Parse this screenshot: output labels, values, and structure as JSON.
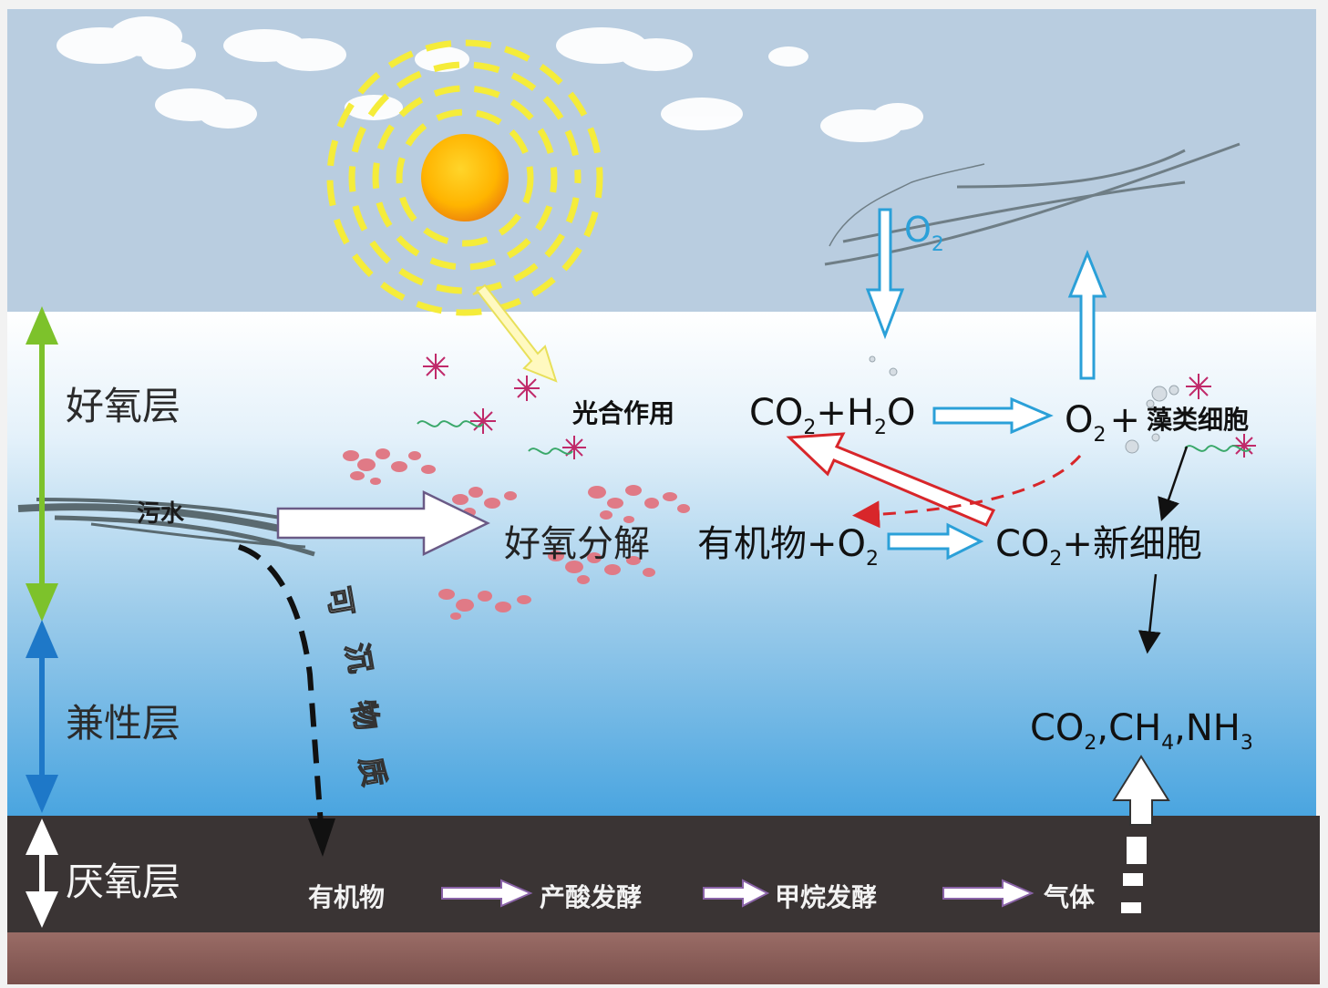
{
  "layers": {
    "aerobic": "好氧层",
    "facultative": "兼性层",
    "anaerobic": "厌氧层"
  },
  "inflow": {
    "sewage": "污水",
    "settleable": [
      "可",
      "沉",
      "物",
      "质"
    ]
  },
  "aerobic_process": {
    "photosynthesis": "光合作用",
    "reactants": [
      "CO",
      "2",
      "+H",
      "2",
      "O"
    ],
    "products": [
      "O",
      "2",
      "+",
      "藻类细胞"
    ],
    "decomposition": "好氧分解",
    "organic_plus_o2": [
      "有机物+O",
      "2"
    ],
    "co2_new_cells": [
      "CO",
      "2",
      "+新细胞"
    ],
    "o2_gas": [
      "O",
      "2"
    ]
  },
  "gases": [
    "CO",
    "2",
    ",CH",
    "4",
    ",NH",
    "3"
  ],
  "anaerobic_chain": [
    "有机物",
    "产酸发酵",
    "甲烷发酵",
    "气体"
  ],
  "colors": {
    "sky": "#b9cde0",
    "water_top": "#ffffff",
    "water_bottom": "#4aa5e0",
    "sludge": "#3a3434",
    "sediment": "#8a5f5b",
    "aerobic_arrow": "#7dc22b",
    "facultative_arrow": "#1e78c8",
    "flow_arrow_blue": "#2ba0d8",
    "return_arrow_red": "#d8262a"
  }
}
